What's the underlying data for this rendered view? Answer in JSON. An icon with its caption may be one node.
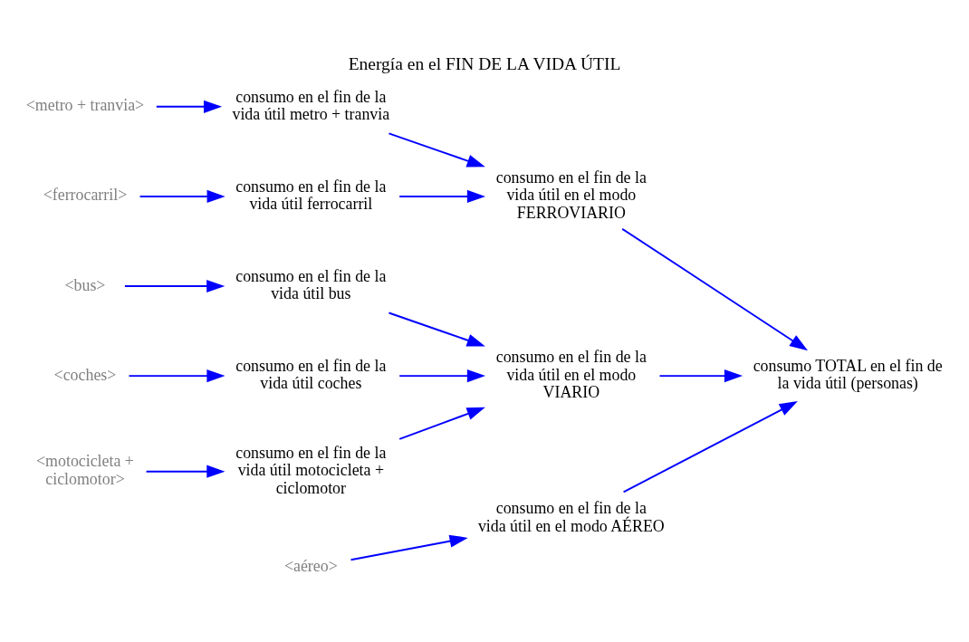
{
  "diagram": {
    "title": "Energía en el FIN DE LA VIDA ÚTIL",
    "nodes": [
      {
        "text": [
          "<coches>"
        ]
      },
      {
        "text": [
          "consumo en el fin de la vida útil coches"
        ]
      },
      {
        "text": [
          "<motocicleta + ciclomotor>"
        ]
      },
      {
        "text": [
          "consumo en el fin de la vida útil motocicleta + ciclomotor"
        ]
      },
      {
        "text": [
          "<bus>"
        ]
      },
      {
        "text": [
          "consumo en el fin de la vida útil bus"
        ]
      },
      {
        "text": [
          "consumo en el fin de la vida útil en el modo VIARIO"
        ]
      },
      {
        "text": [
          "<metro + tranvia>"
        ]
      },
      {
        "text": [
          "consumo en el fin de la vida útil metro + tranvia"
        ]
      },
      {
        "text": [
          "<ferrocarril>"
        ]
      },
      {
        "text": [
          "consumo en el fin de la vida útil ferrocarril"
        ]
      },
      {
        "text": [
          "consumo en el fin de la vida útil en el modo FERROVIARIO"
        ]
      },
      {
        "text": [
          "<aéreo>"
        ]
      },
      {
        "text": [
          "consumo en el fin de la vida útil en el modo AÉREO"
        ]
      },
      {
        "text": [
          "consumo TOTAL en el fin de la vida útil (personas)"
        ]
      }
    ],
    "edges": [
      {
        "from": 0,
        "to": 1,
        "arrow": "to"
      },
      {
        "from": 2,
        "to": 3,
        "arrow": "to"
      },
      {
        "from": 4,
        "to": 5,
        "arrow": "to"
      },
      {
        "from": 1,
        "to": 6,
        "arrow": "to"
      },
      {
        "from": 3,
        "to": 6,
        "arrow": "to"
      },
      {
        "from": 5,
        "to": 6,
        "arrow": "to"
      },
      {
        "from": 7,
        "to": 8,
        "arrow": "to"
      },
      {
        "from": 9,
        "to": 10,
        "arrow": "to"
      },
      {
        "from": 8,
        "to": 11,
        "arrow": "to"
      },
      {
        "from": 10,
        "to": 11,
        "arrow": "to"
      },
      {
        "from": 12,
        "to": 13,
        "arrow": "to"
      },
      {
        "from": 6,
        "to": 14,
        "arrow": "to"
      },
      {
        "from": 11,
        "to": 14,
        "arrow": "to"
      },
      {
        "from": 13,
        "to": 14,
        "arrow": "to"
      }
    ]
  }
}
